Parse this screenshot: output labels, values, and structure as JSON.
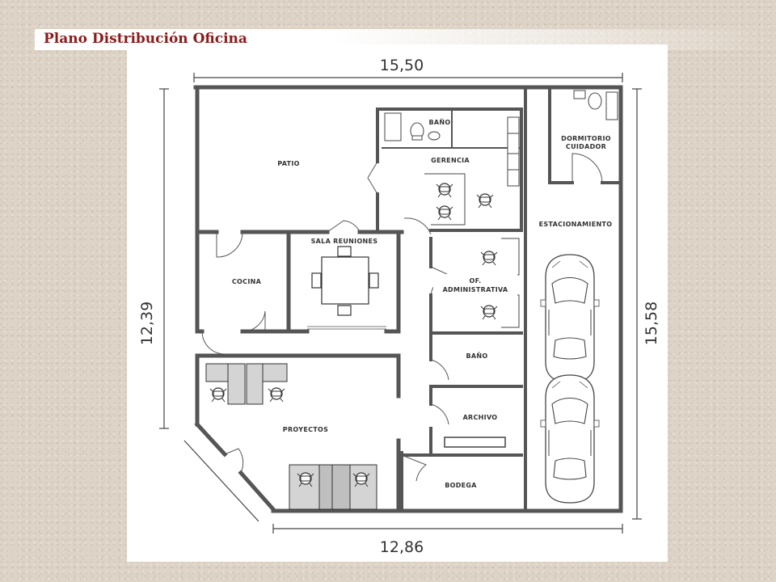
{
  "title": "Plano Distribución Oficina",
  "dimensions": {
    "top": "15,50",
    "left": "12,39",
    "right": "15,58",
    "bottom": "12,86"
  },
  "rooms": {
    "bano_gerencia": "BAÑO",
    "gerencia": "GERENCIA",
    "patio": "PATIO",
    "dormitorio_line1": "DORMITORIO",
    "dormitorio_line2": "CUIDADOR",
    "estacionamiento": "ESTACIONAMIENTO",
    "sala_reuniones": "SALA REUNIONES",
    "cocina": "COCINA",
    "of_admin_line1": "OF.",
    "of_admin_line2": "ADMINISTRATIVA",
    "bano": "BAÑO",
    "archivo": "ARCHIVO",
    "proyectos": "PROYECTOS",
    "bodega": "BODEGA"
  },
  "colors": {
    "title": "#8b1c1c",
    "wall": "#555555",
    "background": "#ddd3c6"
  }
}
